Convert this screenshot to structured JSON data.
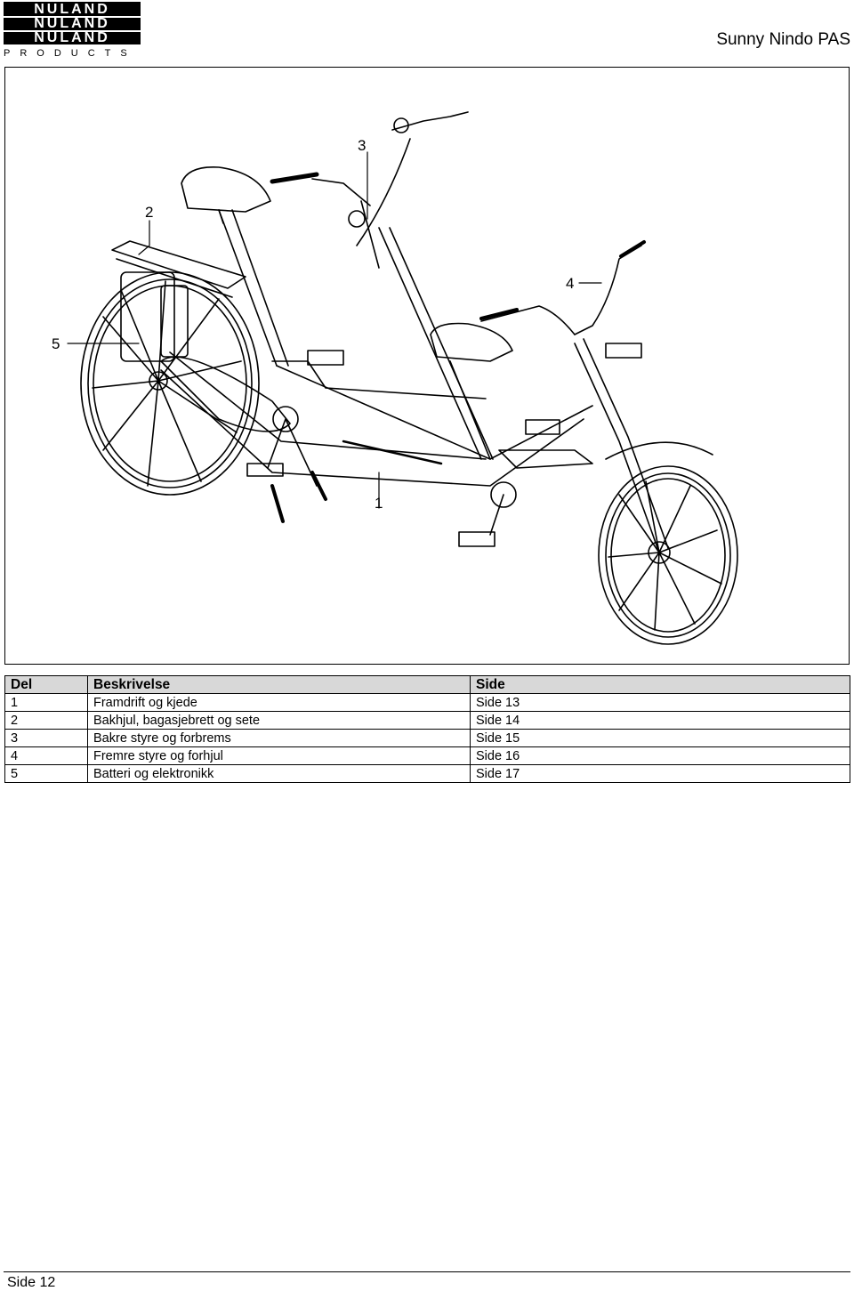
{
  "header": {
    "logo_lines": [
      "NULAND",
      "NULAND",
      "NULAND"
    ],
    "logo_sub": "PRODUCTS",
    "doc_title": "Sunny Nindo PAS"
  },
  "figure": {
    "callouts": [
      "1",
      "2",
      "3",
      "4",
      "5"
    ]
  },
  "table": {
    "headers": [
      "Del",
      "Beskrivelse",
      "Side"
    ],
    "rows": [
      [
        "1",
        "Framdrift og kjede",
        "Side 13"
      ],
      [
        "2",
        "Bakhjul, bagasjebrett og sete",
        "Side 14"
      ],
      [
        "3",
        "Bakre styre og forbrems",
        "Side 15"
      ],
      [
        "4",
        "Fremre styre og forhjul",
        "Side 16"
      ],
      [
        "5",
        "Batteri og elektronikk",
        "Side 17"
      ]
    ]
  },
  "footer": {
    "page": "Side 12"
  }
}
